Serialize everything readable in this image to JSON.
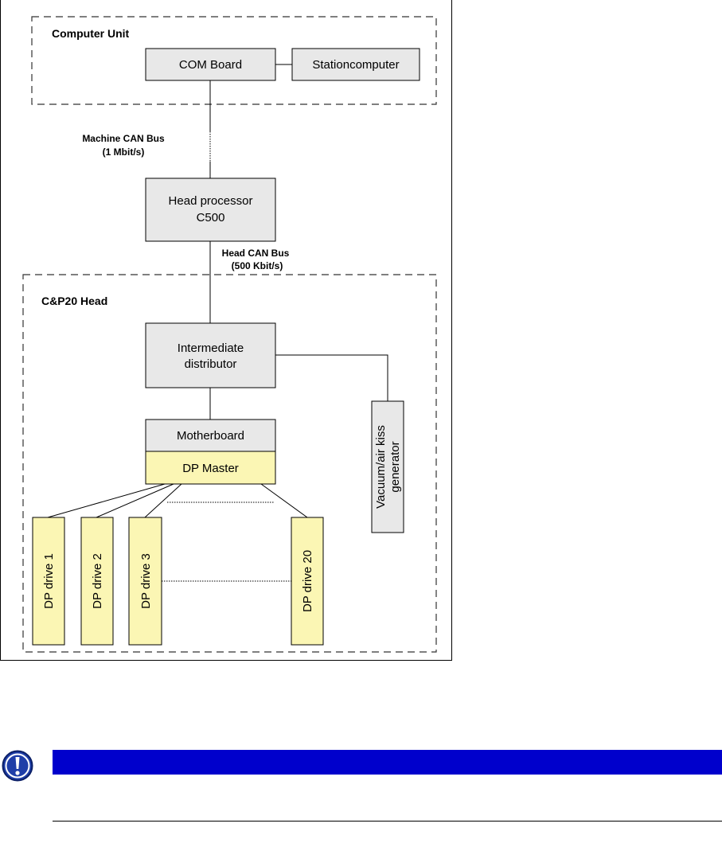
{
  "diagram": {
    "computer_unit": {
      "title": "Computer Unit",
      "com_board": "COM Board",
      "stationcomputer": "Stationcomputer"
    },
    "machine_bus": {
      "line1": "Machine CAN Bus",
      "line2": "(1 Mbit/s)"
    },
    "head_processor": {
      "line1": "Head processor",
      "line2": "C500"
    },
    "head_bus": {
      "line1": "Head CAN Bus",
      "line2": "(500 Kbit/s)"
    },
    "head": {
      "title": "C&P20 Head",
      "intermediate_line1": "Intermediate",
      "intermediate_line2": "distributor",
      "motherboard": "Motherboard",
      "dp_master": "DP Master",
      "vacuum_line1": "Vacuum/air kiss",
      "vacuum_line2": "generator",
      "drives": [
        "DP drive 1",
        "DP drive 2",
        "DP drive 3",
        "DP drive 20"
      ]
    },
    "colors": {
      "grey_box": "#e8e8e8",
      "yellow_box": "#fbf6b4",
      "note_bar": "#0000cc",
      "icon": "#1f3ea8"
    }
  },
  "note": {
    "icon": "exclamation-icon"
  }
}
